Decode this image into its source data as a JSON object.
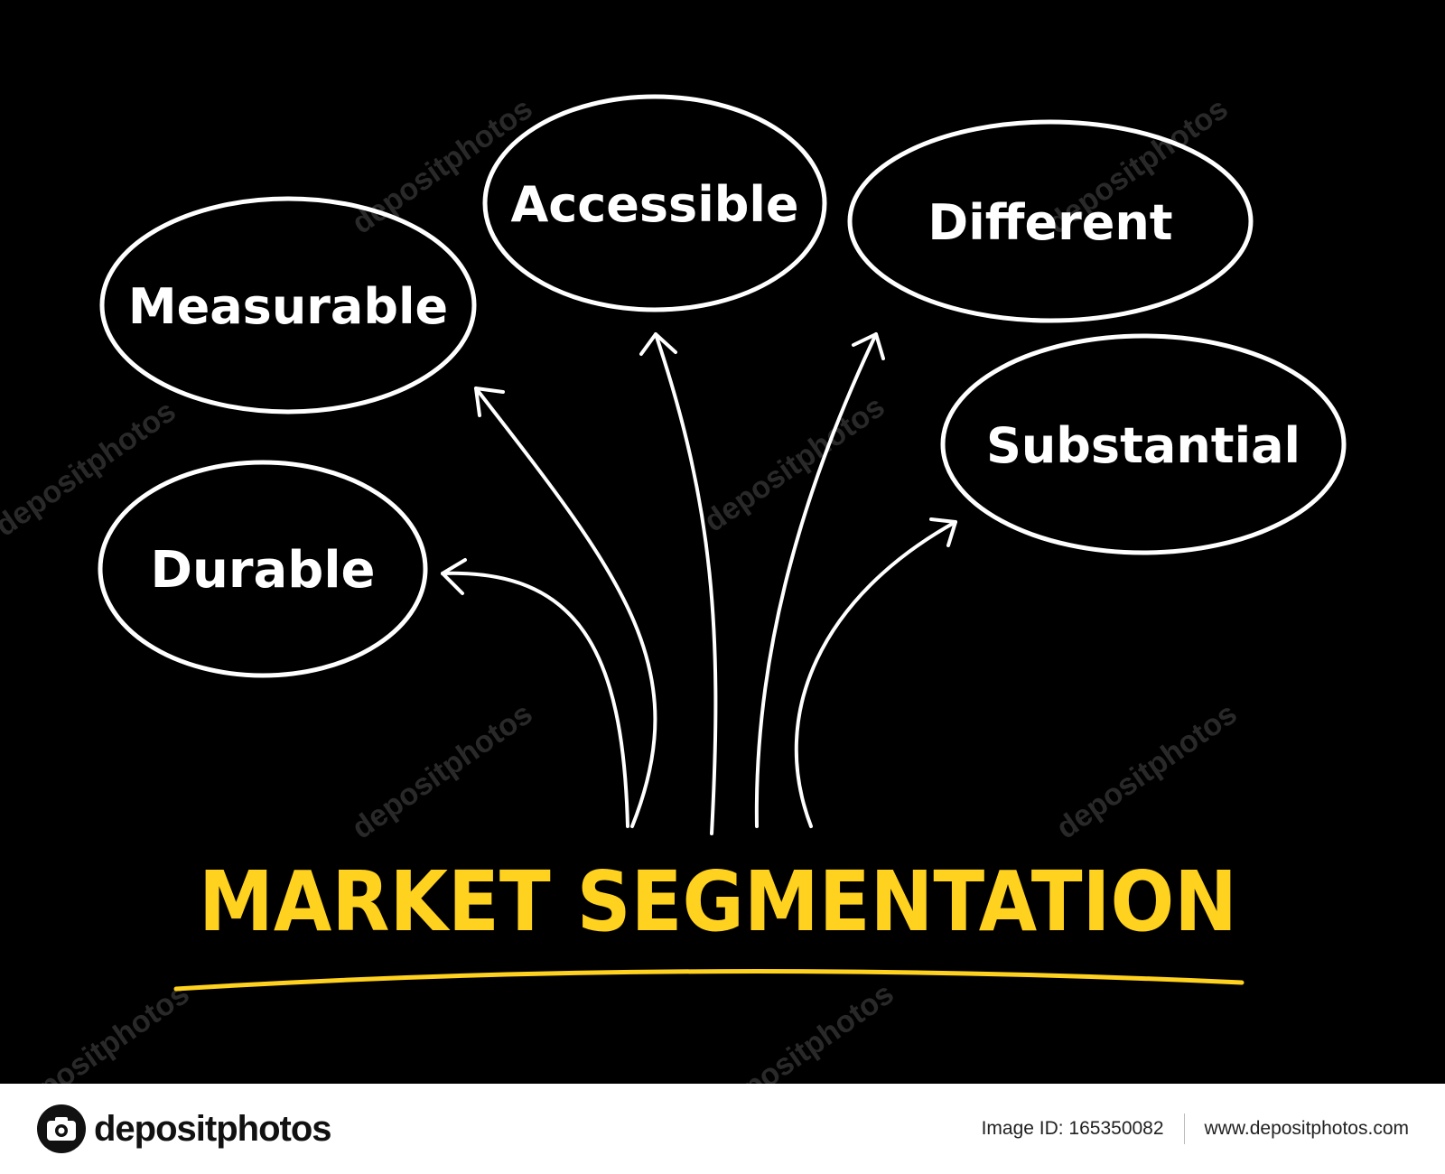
{
  "diagram": {
    "title": "MARKET SEGMENTATION",
    "nodes": [
      {
        "id": "measurable",
        "label": "Measurable"
      },
      {
        "id": "accessible",
        "label": "Accessible"
      },
      {
        "id": "different",
        "label": "Different"
      },
      {
        "id": "substantial",
        "label": "Substantial"
      },
      {
        "id": "durable",
        "label": "Durable"
      }
    ],
    "edges": [
      {
        "from": "title",
        "to": "durable"
      },
      {
        "from": "title",
        "to": "measurable"
      },
      {
        "from": "title",
        "to": "accessible"
      },
      {
        "from": "title",
        "to": "different"
      },
      {
        "from": "title",
        "to": "substantial"
      }
    ],
    "colors": {
      "background": "#000000",
      "node_stroke": "#ffffff",
      "node_text": "#ffffff",
      "arrow": "#ffffff",
      "title": "#ffd21f",
      "underline": "#ffd21f"
    }
  },
  "watermark": {
    "text": "depositphotos"
  },
  "footer": {
    "brand": "depositphotos",
    "image_id": "Image ID: 165350082",
    "site": "www.depositphotos.com",
    "logo_icon": "camera-icon"
  }
}
